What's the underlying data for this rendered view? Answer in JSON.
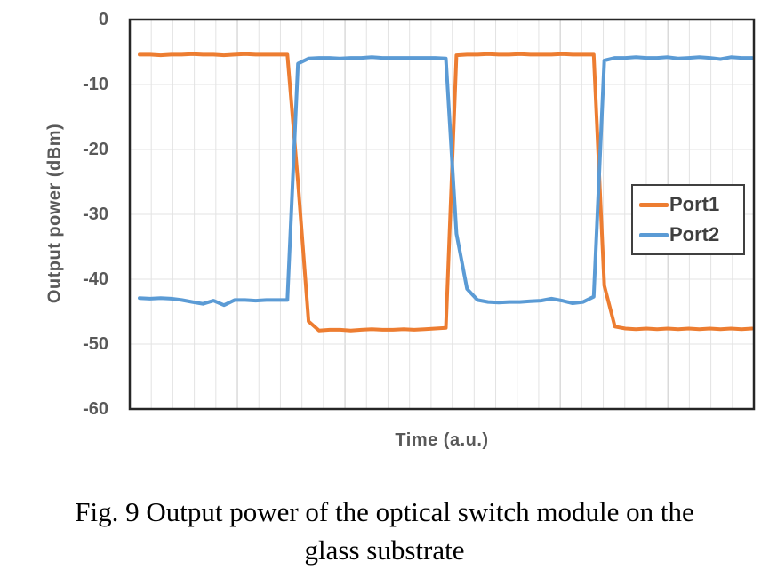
{
  "figure": {
    "caption_line1": "Fig. 9 Output power of the optical switch module on the",
    "caption_line2": "glass substrate"
  },
  "chart_data": {
    "type": "line",
    "title": "",
    "xlabel": "Time (a.u.)",
    "ylabel": "Output power (dBm)",
    "ylim": [
      -60,
      0
    ],
    "y_ticks": [
      "0",
      "-10",
      "-20",
      "-30",
      "-40",
      "-50",
      "-60"
    ],
    "x_axis": {
      "tick_labels": [],
      "note": "arbitrary time units, 59 samples (index 0-58), no tick labels shown",
      "gridline_intervals": 29,
      "major_gridline_every": 5
    },
    "grid": "both",
    "legend": {
      "position": "middle-right",
      "entries": [
        "Port1",
        "Port2"
      ]
    },
    "colors": {
      "port1": "#ED7D31",
      "port2": "#5B9BD5",
      "grid_minor": "#E3E3E3",
      "grid_major": "#C8C8C8",
      "plot_border": "#262626",
      "axis_text": "#595959",
      "legend_text": "#3F3F3F",
      "legend_border": "#404040",
      "caption_text": "#000000"
    },
    "series": [
      {
        "name": "Port1",
        "color": "#ED7D31",
        "values": [
          -5.4,
          -5.4,
          -5.5,
          -5.4,
          -5.4,
          -5.3,
          -5.4,
          -5.4,
          -5.5,
          -5.4,
          -5.3,
          -5.4,
          -5.4,
          -5.4,
          -5.4,
          -25.0,
          -46.5,
          -47.9,
          -47.8,
          -47.8,
          -47.9,
          -47.8,
          -47.7,
          -47.8,
          -47.8,
          -47.7,
          -47.8,
          -47.7,
          -47.6,
          -47.5,
          -5.5,
          -5.4,
          -5.4,
          -5.3,
          -5.4,
          -5.4,
          -5.3,
          -5.4,
          -5.4,
          -5.4,
          -5.3,
          -5.4,
          -5.4,
          -5.4,
          -41.0,
          -47.3,
          -47.6,
          -47.7,
          -47.6,
          -47.7,
          -47.6,
          -47.7,
          -47.6,
          -47.7,
          -47.6,
          -47.7,
          -47.6,
          -47.7,
          -47.6
        ]
      },
      {
        "name": "Port2",
        "color": "#5B9BD5",
        "values": [
          -42.9,
          -43.0,
          -42.9,
          -43.0,
          -43.2,
          -43.5,
          -43.8,
          -43.3,
          -44.0,
          -43.2,
          -43.2,
          -43.3,
          -43.2,
          -43.2,
          -43.2,
          -6.8,
          -6.0,
          -5.9,
          -5.9,
          -6.0,
          -5.9,
          -5.9,
          -5.8,
          -5.9,
          -5.9,
          -5.9,
          -5.9,
          -5.9,
          -5.9,
          -6.0,
          -33.0,
          -41.5,
          -43.2,
          -43.5,
          -43.6,
          -43.5,
          -43.5,
          -43.4,
          -43.3,
          -43.0,
          -43.3,
          -43.7,
          -43.5,
          -42.7,
          -6.3,
          -5.9,
          -5.9,
          -5.8,
          -5.9,
          -5.9,
          -5.8,
          -6.0,
          -5.9,
          -5.8,
          -5.9,
          -6.1,
          -5.8,
          -5.9,
          -5.9
        ]
      }
    ]
  }
}
